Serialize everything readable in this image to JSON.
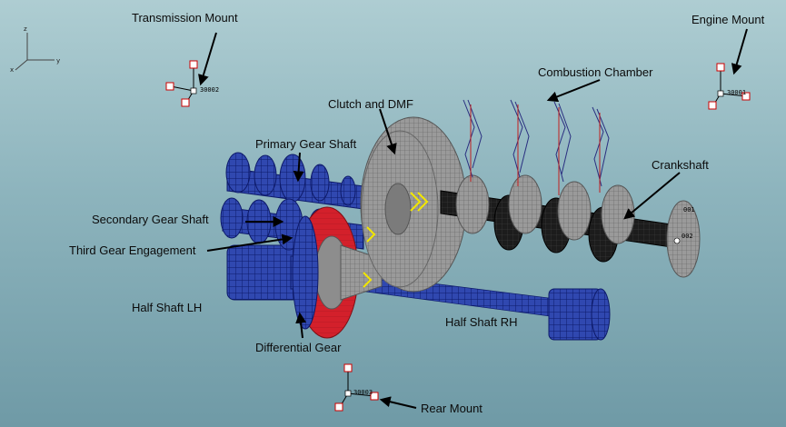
{
  "labels": {
    "transmission_mount": "Transmission Mount",
    "engine_mount": "Engine Mount",
    "combustion_chamber": "Combustion Chamber",
    "clutch_dmf": "Clutch and DMF",
    "primary_gear_shaft": "Primary Gear Shaft",
    "crankshaft": "Crankshaft",
    "secondary_gear_shaft": "Secondary Gear Shaft",
    "third_gear_engagement": "Third Gear Engagement",
    "half_shaft_lh": "Half Shaft LH",
    "half_shaft_rh": "Half Shaft RH",
    "differential_gear": "Differential Gear",
    "rear_mount": "Rear Mount"
  },
  "axes": {
    "x": "x",
    "y": "y",
    "z": "z"
  },
  "node_ids": {
    "transmission_mount": "30002",
    "engine_mount": "30001",
    "rear_mount": "30003",
    "crank_end": "002",
    "crank_end_top": "001"
  },
  "colors": {
    "mesh_blue": "#2b3fa8",
    "mesh_gray": "#8b8b8b",
    "differential_red": "#d0202a",
    "crank_black": "#1a1a1a",
    "spring_yellow": "#f2e600"
  }
}
